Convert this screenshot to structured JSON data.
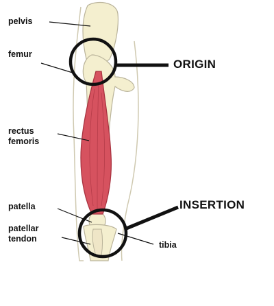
{
  "diagram": {
    "labels": {
      "pelvis": "pelvis",
      "femur": "femur",
      "rectus_femoris_line1": "rectus",
      "rectus_femoris_line2": "femoris",
      "patella": "patella",
      "patellar_tendon_line1": "patellar",
      "patellar_tendon_line2": "tendon",
      "tibia": "tibia"
    },
    "callouts": {
      "origin": "ORIGIN",
      "insertion": "INSERTION"
    }
  },
  "colors": {
    "bone": "#f4efcf",
    "bone_outline": "#b9b39a",
    "muscle": "#d6525f",
    "muscle_dark": "#a83340",
    "leader_line": "#111111",
    "circle": "#111111"
  }
}
